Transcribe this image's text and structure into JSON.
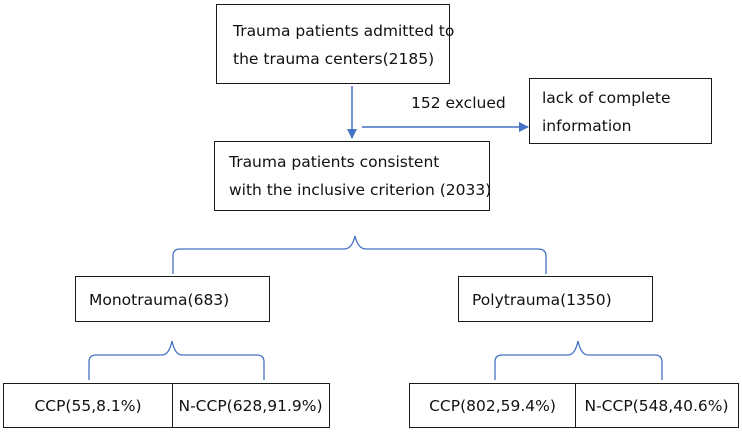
{
  "nodes": {
    "admitted": {
      "line1": "Trauma patients admitted to",
      "line2": "the trauma centers(2185)"
    },
    "excluded": {
      "line1": "lack of complete",
      "line2": "information"
    },
    "consistent": {
      "line1": "Trauma patients consistent",
      "line2": "with the inclusive criterion (2033)"
    },
    "monotrauma": {
      "label": "Monotrauma(683)"
    },
    "polytrauma": {
      "label": "Polytrauma(1350)"
    },
    "mono_ccp": {
      "label": "CCP(55,8.1%)"
    },
    "mono_nccp": {
      "label": "N-CCP(628,91.9%)"
    },
    "poly_ccp": {
      "label": "CCP(802,59.4%)"
    },
    "poly_nccp": {
      "label": "N-CCP(548,40.6%)"
    }
  },
  "edges": {
    "exclusion_label": "152 exclued"
  },
  "colors": {
    "connector": "#4472C4",
    "border": "#1a1a1a",
    "text": "#111111"
  }
}
